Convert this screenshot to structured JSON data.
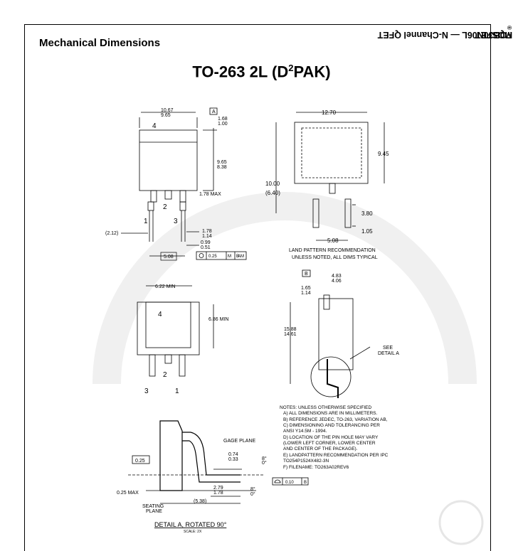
{
  "header": {
    "section_title": "Mechanical Dimensions",
    "package_title": "TO-263 2L (D",
    "package_sup": "2",
    "package_tail": "PAK)"
  },
  "sidebar": {
    "product": "FQB30N06L — N-Channel QFET",
    "reg": "®",
    "tail": " MOSFET"
  },
  "front_view": {
    "d1": "10.67",
    "d2": "9.65",
    "datum_a": "A",
    "d3": "1.68",
    "d4": "1.00",
    "d5": "9.65",
    "d6": "8.38",
    "tab_num": "4",
    "max178": "1.78 MAX",
    "pin1": "1",
    "pin2": "2",
    "pin3": "3",
    "d212": "(2.12)",
    "d7": "1.78",
    "d8": "1.14",
    "d9": "0.99",
    "d10": "0.51",
    "d508": "5.08",
    "tol_a": "0.25",
    "tol_m": "M",
    "tol_b": "B",
    "tol_am": "AM"
  },
  "land_pattern": {
    "w": "12.70",
    "h": "9.45",
    "h2": "10.00",
    "h3": "(6.40)",
    "p": "3.80",
    "pw": "1.05",
    "pitch": "5.08",
    "note1": "LAND PATTERN RECOMMENDATION",
    "note2": "UNLESS NOTED, ALL DIMS TYPICAL"
  },
  "bottom_view": {
    "w": "6.22 MIN",
    "h": "6.86 MIN",
    "tab_num": "4",
    "pin1": "1",
    "pin2": "2",
    "pin3": "3"
  },
  "side_view": {
    "datum_b": "B",
    "d1": "4.83",
    "d2": "4.06",
    "d3": "1.65",
    "d4": "1.14",
    "d5": "15.88",
    "d6": "14.61",
    "see1": "SEE",
    "see2": "DETAIL A"
  },
  "notes": {
    "lines": [
      "NOTES: UNLESS OTHERWISE SPECIFIED",
      "A)  ALL DIMENSIONS ARE IN MILLIMETERS.",
      "B)  REFERENCE JEDEC, TO-263, VARIATION AB,",
      "C)  DIMENSIONING AND TOLERANCING PER",
      "       ANSI Y14.5M - 1994.",
      "D)  LOCATION OF THE PIN HOLE MAY VARY",
      "       (LOWER LEFT CORNER, LOWER CENTER",
      "       AND CENTER OF THE PACKAGE).",
      "E)  LANDPATTERN RECOMMENDATION PER IPC",
      "       TO254P1524X482-3N",
      "F)  FILENAME: TO263A02REV6"
    ],
    "flat_tol": "0.10",
    "flat_datum": "B"
  },
  "detail": {
    "d025": "0.25",
    "gage": "GAGE PLANE",
    "d1": "0.74",
    "d2": "0.33",
    "a1": "8°",
    "a2": "0°",
    "d3": "2.79",
    "d4": "1.78",
    "a3": "8°",
    "a4": "0°",
    "d538": "(5.38)",
    "d025max": "0.25 MAX",
    "seat1": "SEATING",
    "seat2": "PLANE",
    "title": "DETAIL A, ROTATED 90°",
    "scale": "SCALE: 2X"
  }
}
